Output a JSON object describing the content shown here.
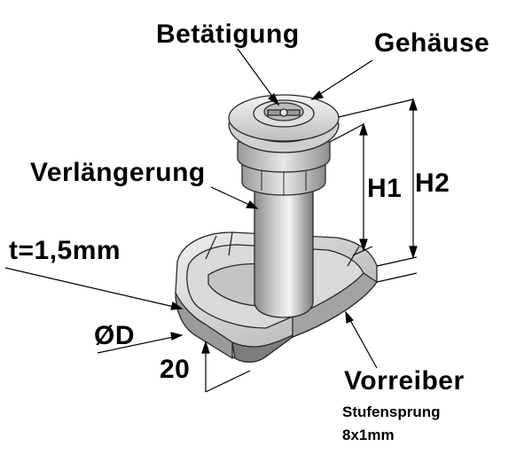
{
  "labels": {
    "betaetigung": "Betätigung",
    "gehaeuse": "Gehäuse",
    "verlaengerung": "Verlängerung",
    "thickness": "t=1,5mm",
    "diameter": "ØD",
    "width": "20",
    "h1": "H1",
    "h2": "H2",
    "vorreiber": "Vorreiber",
    "stufensprung": "Stufensprung",
    "step_size": "8x1mm"
  },
  "colors": {
    "metal_light": "#e8e8e8",
    "metal_mid": "#b9b9b9",
    "metal_dark": "#7d7d7d",
    "outline": "#2a2a2a",
    "text": "#000000"
  }
}
